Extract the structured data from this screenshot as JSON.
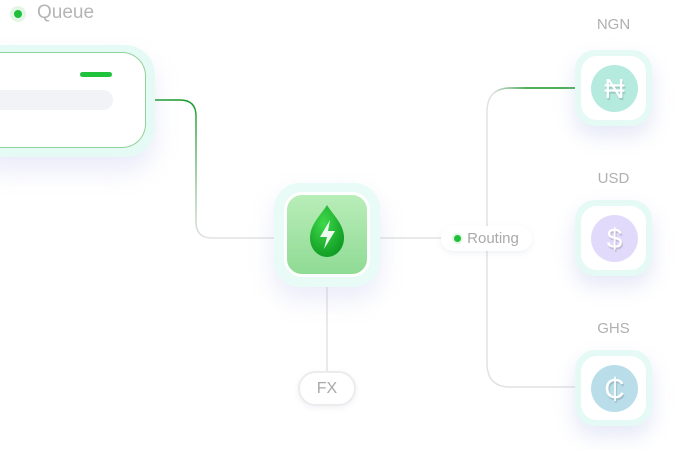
{
  "queue": {
    "label": "Queue"
  },
  "hub": {
    "icon": "lightning-drop-icon"
  },
  "fx": {
    "label": "FX"
  },
  "routing": {
    "label": "Routing"
  },
  "currencies": [
    {
      "code": "NGN",
      "symbol": "₦",
      "color": "#b5ebdf"
    },
    {
      "code": "USD",
      "symbol": "$",
      "color": "#e2dafb"
    },
    {
      "code": "GHS",
      "symbol": "₵",
      "color": "#b9deea"
    }
  ],
  "colors": {
    "accent": "#1fbf3a",
    "line": "#e2e2e2",
    "active_line": "#1a9a2a"
  }
}
